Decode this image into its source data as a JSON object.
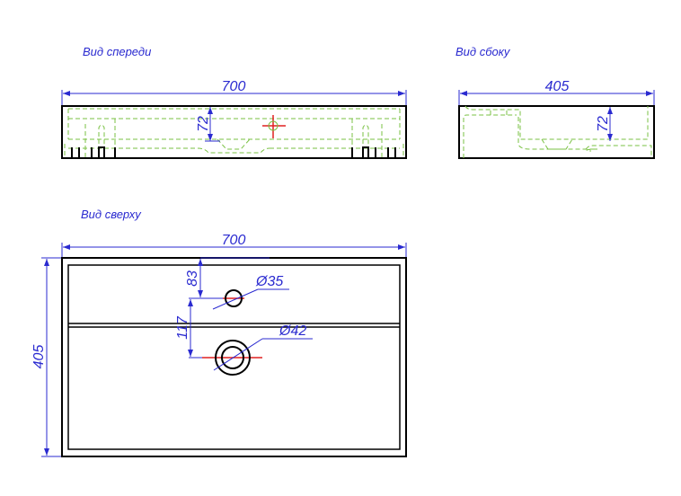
{
  "views": {
    "front": {
      "title": "Вид спереди",
      "width_dim": "700",
      "height_dim": "72"
    },
    "side": {
      "title": "Вид сбоку",
      "width_dim": "405",
      "height_dim": "72"
    },
    "top": {
      "title": "Вид сверху",
      "width_dim": "700",
      "depth_dim": "405",
      "tap_offset_dim": "83",
      "drain_offset_dim": "117",
      "tap_hole_dim": "Ø35",
      "drain_hole_dim": "Ø42"
    }
  },
  "colors": {
    "dimension": "#2a2ad0",
    "outline": "#000000",
    "hidden": "#7ac143",
    "centerline": "#e02020"
  }
}
